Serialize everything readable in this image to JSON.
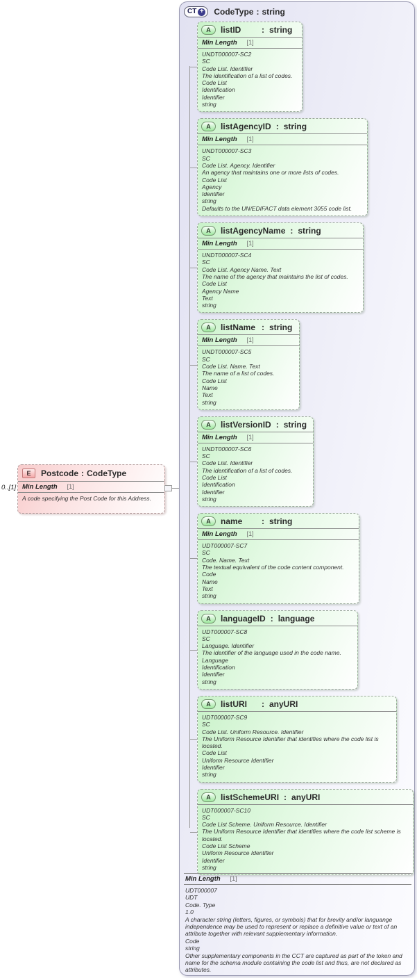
{
  "ui": {
    "colon": ":",
    "attr_icon_label": "A",
    "element_icon_label": "E",
    "complextype_icon_label": "CT",
    "plus_glyph": "+",
    "accent_green": "#c9f2c9",
    "accent_pink": "#f8cccc",
    "accent_lavender": "#e2e2f2"
  },
  "element": {
    "occurrence": "0..[1]",
    "name": "Postcode",
    "type": "CodeType",
    "facet": {
      "label": "Min Length",
      "card": "[1]"
    },
    "description": "A code specifying the Post Code for this Address."
  },
  "complextype": {
    "name": "CodeType",
    "type": "string",
    "facet": {
      "label": "Min Length",
      "card": "[1]"
    },
    "annotation": "UDT000007\nUDT\nCode. Type\n1.0\nA character string (letters, figures, or symbols) that for brevity and/or languange independence may be used to represent or replace a definitive value or text of an attribute together with relevant supplementary information.\nCode\nstring\nOther supplementary components in the CCT are captured as part of the token and name for the schema module containing the code list and thus, are not declared as attributes.",
    "attributes": [
      {
        "name": "listID",
        "type": "string",
        "facet": {
          "label": "Min Length",
          "card": "[1]"
        },
        "annotation": "UNDT000007-SC2\nSC\nCode List. Identifier\nThe identification of a list of codes.\nCode List\nIdentification\nIdentifier\nstring"
      },
      {
        "name": "listAgencyID",
        "type": "string",
        "facet": {
          "label": "Min Length",
          "card": "[1]"
        },
        "annotation": "UNDT000007-SC3\nSC\nCode List. Agency. Identifier\nAn agency that maintains one or more lists of codes.\nCode List\nAgency\nIdentifier\nstring\nDefaults to the UN/EDIFACT data element 3055 code list."
      },
      {
        "name": "listAgencyName",
        "type": "string",
        "facet": {
          "label": "Min Length",
          "card": "[1]"
        },
        "annotation": "UNDT000007-SC4\nSC\nCode List. Agency Name. Text\nThe name of the agency that maintains the list of codes.\nCode List\nAgency Name\nText\nstring"
      },
      {
        "name": "listName",
        "type": "string",
        "facet": {
          "label": "Min Length",
          "card": "[1]"
        },
        "annotation": "UNDT000007-SC5\nSC\nCode List. Name. Text\nThe name of a list of codes.\nCode List\nName\nText\nstring"
      },
      {
        "name": "listVersionID",
        "type": "string",
        "facet": {
          "label": "Min Length",
          "card": "[1]"
        },
        "annotation": "UNDT000007-SC6\nSC\nCode List. Identifier\nThe identification of a list of codes.\nCode List\nIdentification\nIdentifier\nstring"
      },
      {
        "name": "name",
        "type": "string",
        "facet": {
          "label": "Min Length",
          "card": "[1]"
        },
        "annotation": "UDT000007-SC7\nSC\nCode. Name. Text\nThe textual equivalent of the code content component.\nCode\nName\nText\nstring"
      },
      {
        "name": "languageID",
        "type": "language",
        "annotation": "UDT000007-SC8\nSC\nLanguage. Identifier\nThe identifier of the language used in the code name.\nLanguage\nIdentification\nIdentifier\nstring"
      },
      {
        "name": "listURI",
        "type": "anyURI",
        "annotation": "UDT000007-SC9\nSC\nCode List. Uniform Resource. Identifier\nThe Uniform Resource Identifier that identifies where the code list is located.\nCode List\nUniform Resource Identifier\nIdentifier\nstring"
      },
      {
        "name": "listSchemeURI",
        "type": "anyURI",
        "annotation": "UDT000007-SC10\nSC\nCode List Scheme. Uniform Resource. Identifier\nThe Uniform Resource Identifier that identifies where the code list scheme is located.\nCode List Scheme\nUniform Resource Identifier\nIdentifier\nstring"
      }
    ]
  }
}
